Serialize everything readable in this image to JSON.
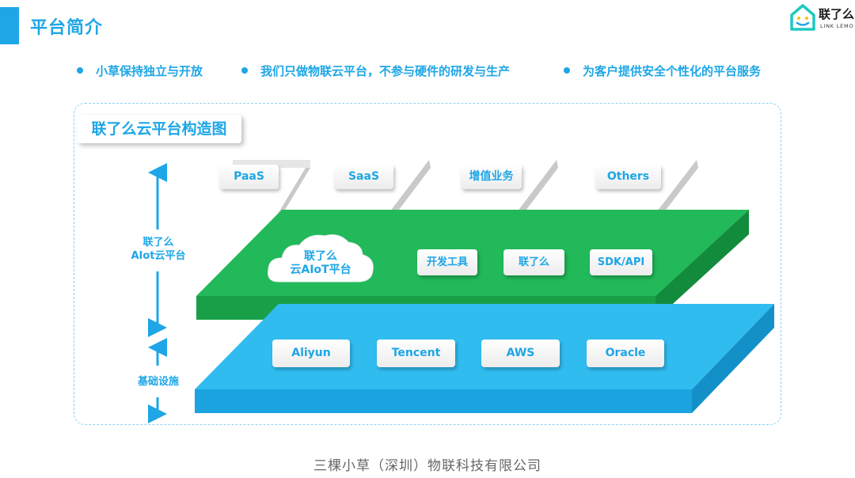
{
  "header": {
    "title": "平台简介"
  },
  "logo": {
    "name": "联了么",
    "subtitle": "LINK LEMO"
  },
  "bullets": [
    "小草保持独立与开放",
    "我们只做物联云平台，不参与硬件的研发与生产",
    "为客户提供安全个性化的平台服务"
  ],
  "diagram": {
    "title": "联了么云平台构造图",
    "top_layer": [
      "PaaS",
      "SaaS",
      "增值业务",
      "Others"
    ],
    "middle_layer": {
      "cloud_label_line1": "联了么",
      "cloud_label_line2": "云AIoT平台",
      "items": [
        "开发工具",
        "联了么",
        "SDK/API"
      ]
    },
    "bottom_layer": [
      "Aliyun",
      "Tencent",
      "AWS",
      "Oracle"
    ],
    "side_labels": {
      "platform_line1": "联了么",
      "platform_line2": "AIot云平台",
      "infrastructure": "基础设施"
    }
  },
  "footer": {
    "company": "三棵小草（深圳）物联科技有限公司"
  },
  "colors": {
    "accent": "#1ea6e6",
    "green": "#1fb256",
    "blue": "#2bb5ee"
  }
}
